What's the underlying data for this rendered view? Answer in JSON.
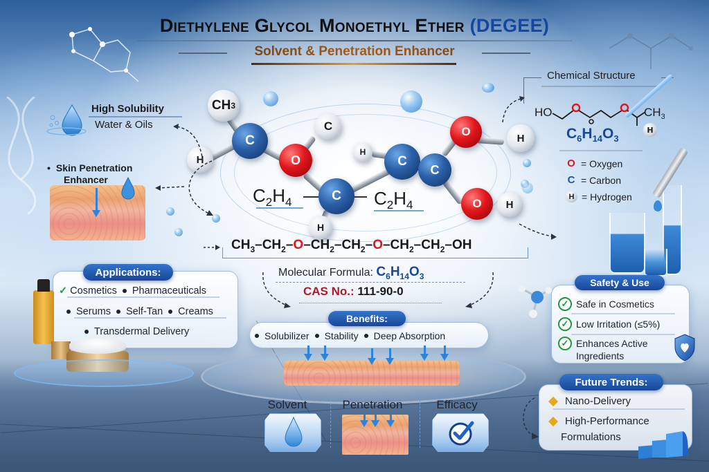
{
  "header": {
    "title_main": "Diethylene Glycol Monoethyl Ether",
    "title_accent": "(DEGEE)",
    "subtitle": "Solvent & Penetration Enhancer"
  },
  "molecule": {
    "atoms": [
      {
        "el": "CH3",
        "label": "CH",
        "sub": "3"
      },
      {
        "el": "C",
        "label": "C"
      },
      {
        "el": "H",
        "label": "H"
      },
      {
        "el": "O",
        "label": "O"
      },
      {
        "el": "C",
        "label": "C"
      },
      {
        "el": "C",
        "label": "C"
      },
      {
        "el": "H",
        "label": "H"
      },
      {
        "el": "H",
        "label": "H"
      },
      {
        "el": "C",
        "label": "C"
      },
      {
        "el": "C",
        "label": "C"
      },
      {
        "el": "O",
        "label": "O"
      },
      {
        "el": "H",
        "label": "H"
      },
      {
        "el": "O",
        "label": "O"
      },
      {
        "el": "H",
        "label": "H"
      }
    ],
    "group_left": {
      "base": "C",
      "sub1": "2",
      "mid": "H",
      "sub2": "4"
    },
    "group_right": {
      "base": "C",
      "sub1": "2",
      "mid": "H",
      "sub2": "4"
    }
  },
  "left_callouts": {
    "solubility": {
      "title": "High Solubility",
      "detail": "Water & Oils"
    },
    "penetration": {
      "line1": "Skin Penetration",
      "line2": "Enhancer"
    }
  },
  "chemical_structure": {
    "title": "Chemical Structure",
    "skeletal_left": "HO",
    "skeletal_right": "CH",
    "skeletal_right_sub": "3",
    "skeletal_h": "H",
    "formula": {
      "c": "C",
      "c_n": "6",
      "h": "H",
      "h_n": "14",
      "o": "O",
      "o_n": "3"
    },
    "legend": [
      {
        "symbol": "O",
        "label": "= Oxygen",
        "color": "#e0161c"
      },
      {
        "symbol": "C",
        "label": "= Carbon",
        "color": "#1a55b0"
      },
      {
        "symbol": "H",
        "label": "= Hydrogen",
        "color": "#1d1d1d"
      }
    ]
  },
  "structural_formula": {
    "parts": [
      "CH",
      "3",
      "–CH",
      "2",
      "–",
      "O",
      "–CH",
      "2",
      "–CH",
      "2",
      "–",
      "O",
      "–CH",
      "2",
      "–CH",
      "2",
      "–OH"
    ]
  },
  "molecular_formula": {
    "label": "Molecular Formula:",
    "c": "C",
    "c_n": "6",
    "h": "H",
    "h_n": "14",
    "o": "O",
    "o_n": "3"
  },
  "cas": {
    "label": "CAS No.:",
    "value": "111-90-0"
  },
  "applications": {
    "header": "Applications:",
    "row1": [
      "Cosmetics",
      "Pharmaceuticals"
    ],
    "row2": [
      "Serums",
      "Self-Tan",
      "Creams"
    ],
    "row3": [
      "Transdermal Delivery"
    ]
  },
  "benefits": {
    "header": "Benefits:",
    "items": [
      "Solubilizer",
      "Stability",
      "Deep Absorption"
    ]
  },
  "safety": {
    "header": "Safety & Use",
    "items": [
      "Safe in Cosmetics",
      "Low Irritation (≤5%)",
      "Enhances Active",
      "Ingredients"
    ]
  },
  "future": {
    "header": "Future Trends:",
    "items": [
      "Nano-Delivery",
      "High-Performance",
      "Formulations"
    ]
  },
  "tiles": [
    {
      "label": "Solvent",
      "icon": "droplet-icon"
    },
    {
      "label": "Penetration",
      "icon": "skin-arrows-icon"
    },
    {
      "label": "Efficacy",
      "icon": "checkmark-circle-icon"
    }
  ],
  "colors": {
    "brand_blue": "#17489a",
    "oxygen_red": "#e0161c",
    "check_green": "#1e9a3a",
    "diamond_gold": "#e5a91f",
    "cas_red": "#b3182a"
  }
}
